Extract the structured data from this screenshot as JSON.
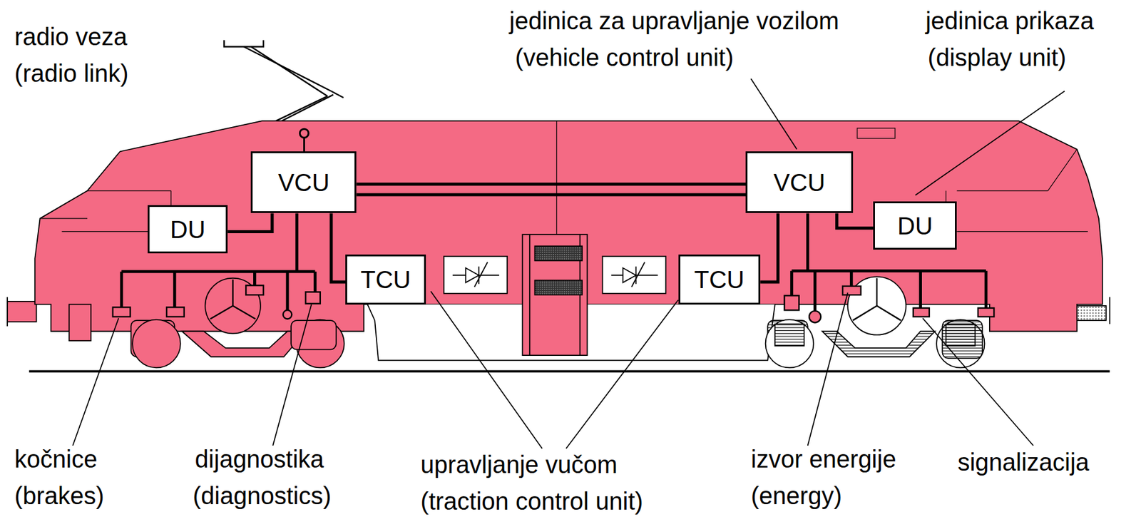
{
  "diagram": {
    "nodes": [
      {
        "text": [
          "VCU"
        ]
      },
      {
        "text": [
          "DU"
        ]
      },
      {
        "text": [
          "TCU"
        ]
      },
      {
        "text": [
          "VCU"
        ]
      },
      {
        "text": [
          "DU"
        ]
      },
      {
        "text": [
          "TCU"
        ]
      }
    ],
    "edges": [
      {
        "from": 0,
        "to": 3,
        "arrow": "none"
      },
      {
        "from": 0,
        "to": 1,
        "arrow": "none"
      },
      {
        "from": 0,
        "to": 2,
        "arrow": "none"
      },
      {
        "from": 3,
        "to": 5,
        "arrow": "none"
      },
      {
        "from": 3,
        "to": 4,
        "arrow": "none"
      }
    ],
    "labels": [
      "radio veza",
      "(radio link)",
      "jedinica za upravljanje vozilom",
      "(vehicle control unit)",
      "jedinica prikaza",
      "(display unit)",
      "kočnice",
      "(brakes)",
      "dijagnostika",
      "(diagnostics)",
      "upravljanje vučom",
      "(traction control unit)",
      "izvor energije",
      "(energy)",
      "signalizacija"
    ]
  }
}
